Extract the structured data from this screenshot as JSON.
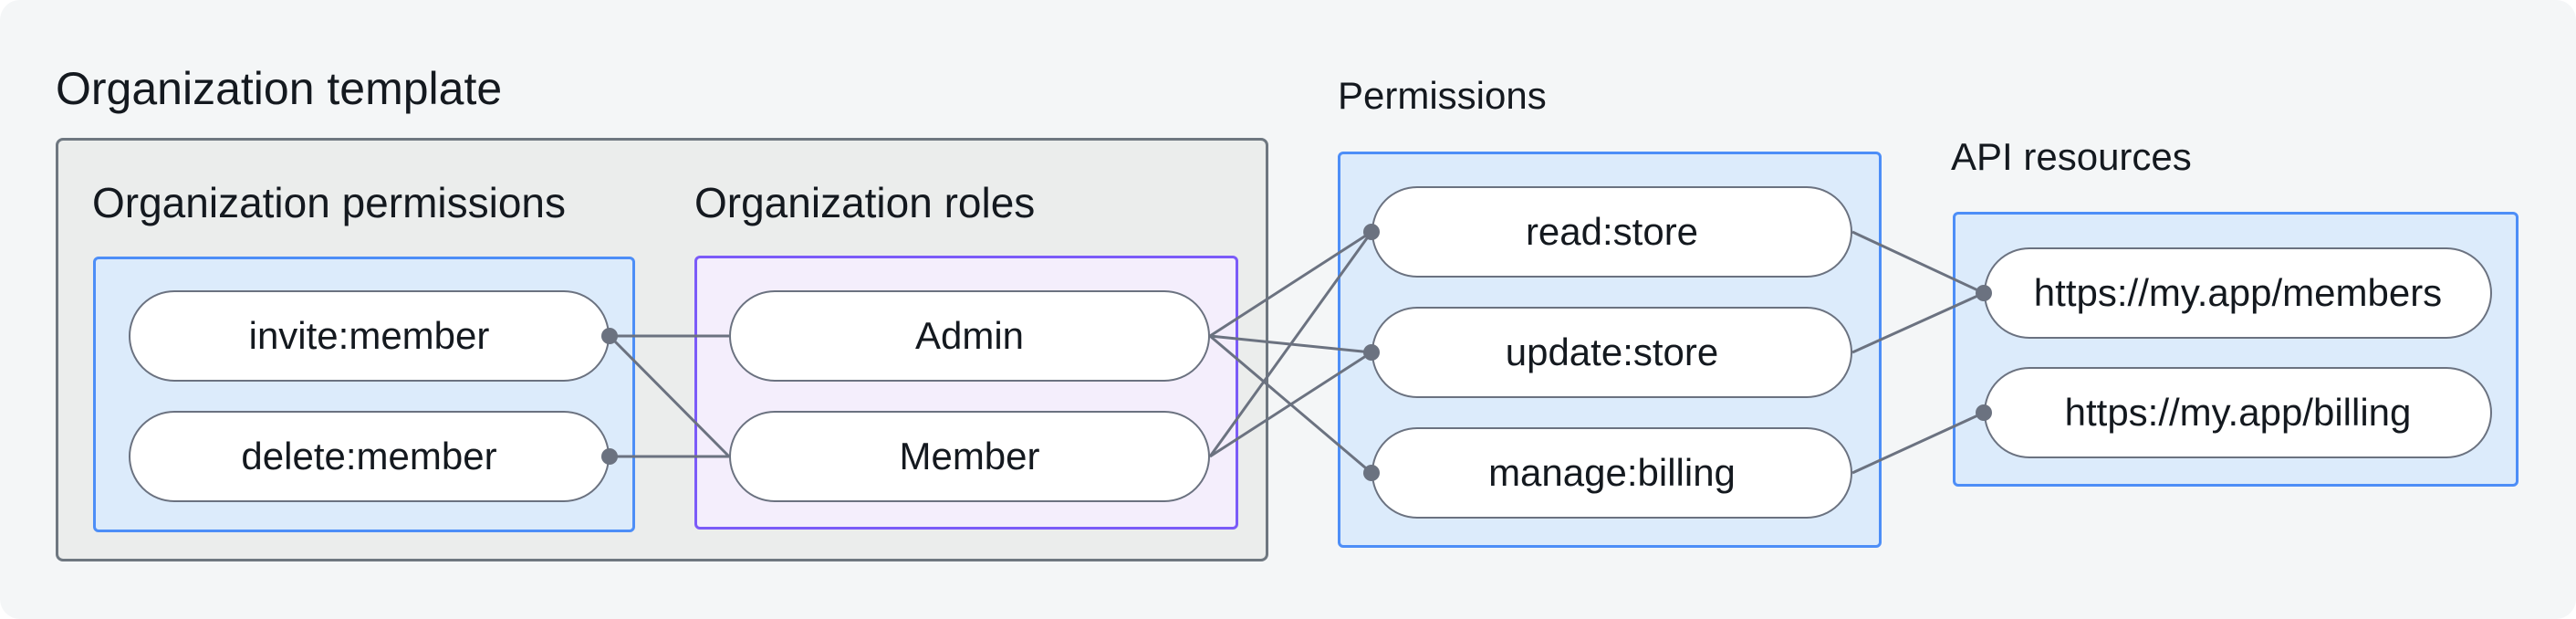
{
  "diagram": {
    "organization_template": {
      "label": "Organization template",
      "organization_permissions": {
        "label": "Organization permissions",
        "items": [
          "invite:member",
          "delete:member"
        ]
      },
      "organization_roles": {
        "label": "Organization roles",
        "items": [
          "Admin",
          "Member"
        ]
      }
    },
    "permissions": {
      "label": "Permissions",
      "items": [
        "read:store",
        "update:store",
        "manage:billing"
      ]
    },
    "api_resources": {
      "label": "API resources",
      "items": [
        "https://my.app/members",
        "https://my.app/billing"
      ]
    },
    "colors": {
      "canvas_background": "#f4f6f7",
      "template_box_fill": "#ebedec",
      "template_box_border": "#6e7780",
      "blue_box_fill": "#dcebfb",
      "blue_box_border": "#4d8ef7",
      "purple_box_fill": "#f4eefc",
      "purple_box_border": "#7b5bf8",
      "pill_border": "#6b7280",
      "text": "#14191f"
    },
    "connector": {
      "color": "#6b7280",
      "edges": [
        {
          "from": "invite-member",
          "to": "admin"
        },
        {
          "from": "invite-member",
          "to": "member"
        },
        {
          "from": "delete-member",
          "to": "member"
        },
        {
          "from": "admin",
          "to": "read-store"
        },
        {
          "from": "admin",
          "to": "update-store"
        },
        {
          "from": "admin",
          "to": "manage-billing"
        },
        {
          "from": "member",
          "to": "read-store"
        },
        {
          "from": "member",
          "to": "update-store"
        },
        {
          "from": "read-store",
          "to": "members-api"
        },
        {
          "from": "update-store",
          "to": "members-api"
        },
        {
          "from": "manage-billing",
          "to": "billing-api"
        }
      ],
      "dots": [
        {
          "node": "invite-member",
          "side": "right"
        },
        {
          "node": "delete-member",
          "side": "right"
        },
        {
          "node": "read-store",
          "side": "left"
        },
        {
          "node": "update-store",
          "side": "left"
        },
        {
          "node": "manage-billing",
          "side": "left"
        },
        {
          "node": "members-api",
          "side": "left"
        },
        {
          "node": "billing-api",
          "side": "left"
        }
      ]
    }
  }
}
